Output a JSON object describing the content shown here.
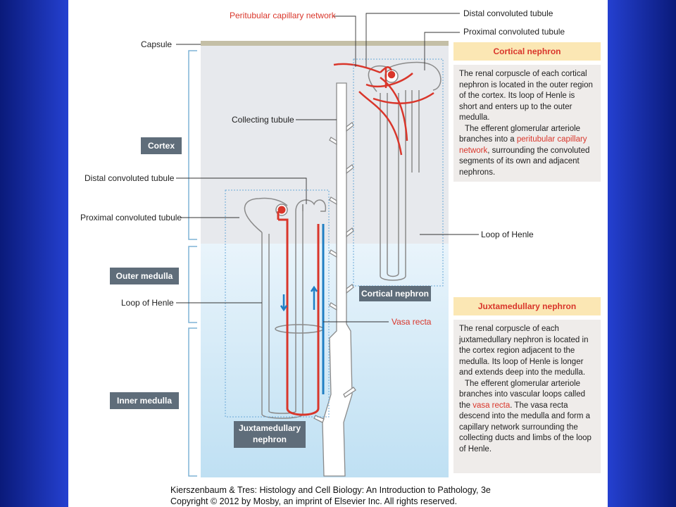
{
  "labels": {
    "peritubular": "Peritubular capillary network",
    "distal_top": "Distal convoluted tubule",
    "proximal_top": "Proximal convoluted tubule",
    "capsule": "Capsule",
    "collecting": "Collecting tubule",
    "distal_left": "Distal convoluted tubule",
    "proximal_left": "Proximal convoluted tubule",
    "loop_right": "Loop of Henle",
    "loop_left": "Loop of Henle",
    "vasa_recta": "Vasa recta"
  },
  "zones": {
    "cortex": "Cortex",
    "outer_medulla": "Outer medulla",
    "inner_medulla": "Inner medulla"
  },
  "tags": {
    "cortical": "Cortical nephron",
    "juxta_line1": "Juxtamedullary",
    "juxta_line2": "nephron"
  },
  "cortical_box": {
    "title": "Cortical nephron",
    "p1": "The renal corpuscle of each cortical nephron is located in the outer region of the cortex. Its loop of Henle is short and enters up to the outer medulla.",
    "p2a": "The efferent glomerular arteriole branches into a ",
    "p2_red": "peritubular capillary network",
    "p2b": ", surrounding the convoluted segments of its own and adjacent nephrons."
  },
  "juxta_box": {
    "title": "Juxtamedullary nephron",
    "p1": "The renal corpuscle of each juxtamedullary nephron is located in the cortex region adjacent to the medulla. Its loop of Henle is longer and extends deep into the medulla.",
    "p2a": "The efferent glomerular arteriole branches into vascular loops called the ",
    "p2_red": "vasa recta",
    "p2b": ". The vasa recta descend into the medulla and form a capillary network surrounding the collecting ducts and limbs of the loop of Henle."
  },
  "credit": {
    "line1": "Kierszenbaum & Tres: Histology and Cell Biology: An Introduction to Pathology, 3e",
    "line2": "Copyright © 2012 by Mosby, an imprint of Elsevier Inc. All rights reserved."
  },
  "colors": {
    "vessel_red": "#d9362b",
    "vessel_blue": "#1f7fc4",
    "zone_label_bg": "#5f6d7a",
    "header_bg": "#fbe7b4"
  }
}
